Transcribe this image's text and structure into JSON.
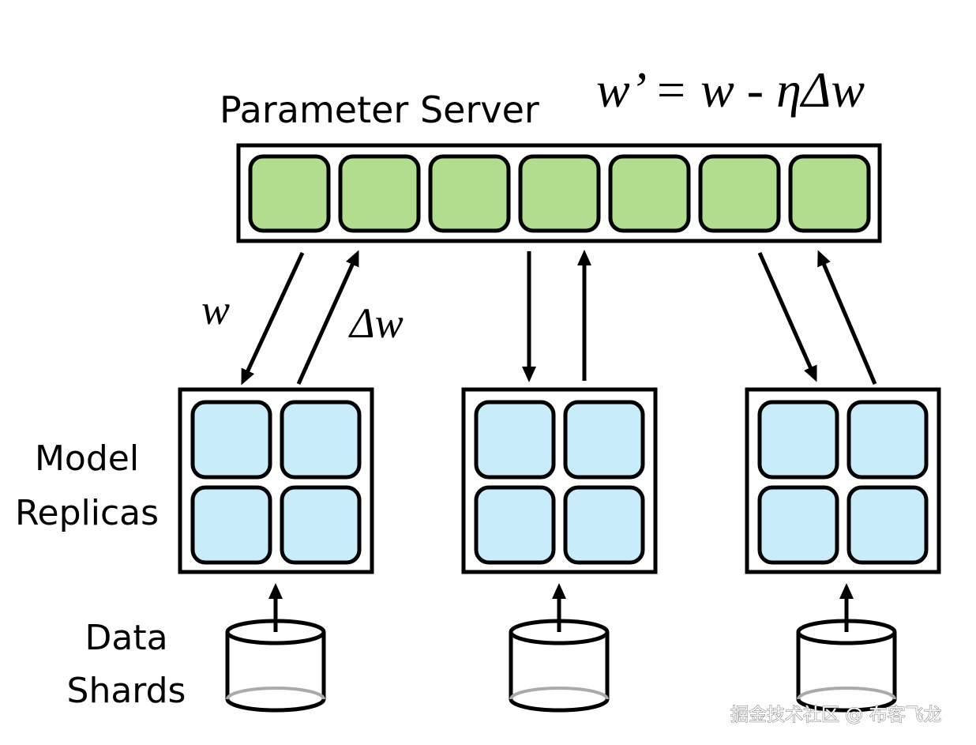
{
  "labels": {
    "server": "Parameter Server",
    "formula": "w’ = w - ηΔw",
    "w": "w",
    "delta_w": "Δw",
    "model": "Model",
    "replicas": "Replicas",
    "data": "Data",
    "shards": "Shards"
  },
  "watermark": "掘金技术社区 @ 布客飞龙",
  "colors": {
    "parameter_cell": "#b2dd8f",
    "replica_cell": "#c9ecfb",
    "stroke": "#000000"
  },
  "counts": {
    "parameter_cells": 7,
    "replicas": 3,
    "cells_per_replica": 4
  }
}
